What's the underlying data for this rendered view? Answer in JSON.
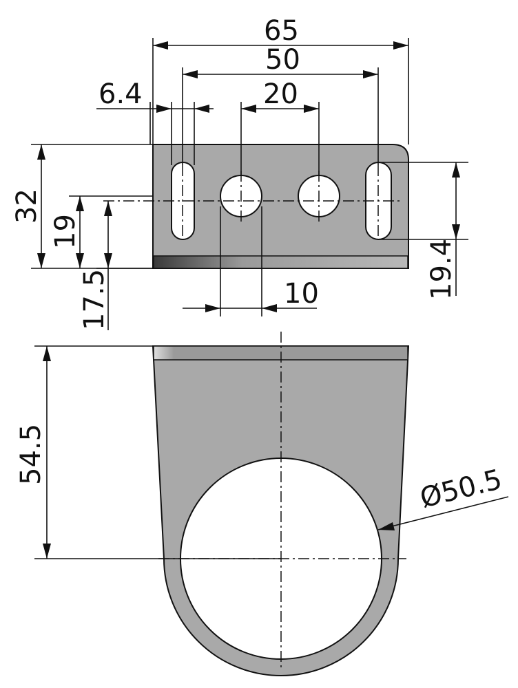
{
  "drawing": {
    "dimensions": {
      "overall_width": "65",
      "slot_spacing": "50",
      "hole_spacing": "20",
      "slot_width": "6.4",
      "height": "32",
      "hole_height": "19",
      "center_height": "17.5",
      "slot_length": "19.4",
      "hole_diameter": "10",
      "ring_center_height": "54.5",
      "bore_diameter": "Ø50.5"
    },
    "colors": {
      "part_fill": "#a9a9a9",
      "line": "#111111",
      "background": "#ffffff"
    }
  }
}
